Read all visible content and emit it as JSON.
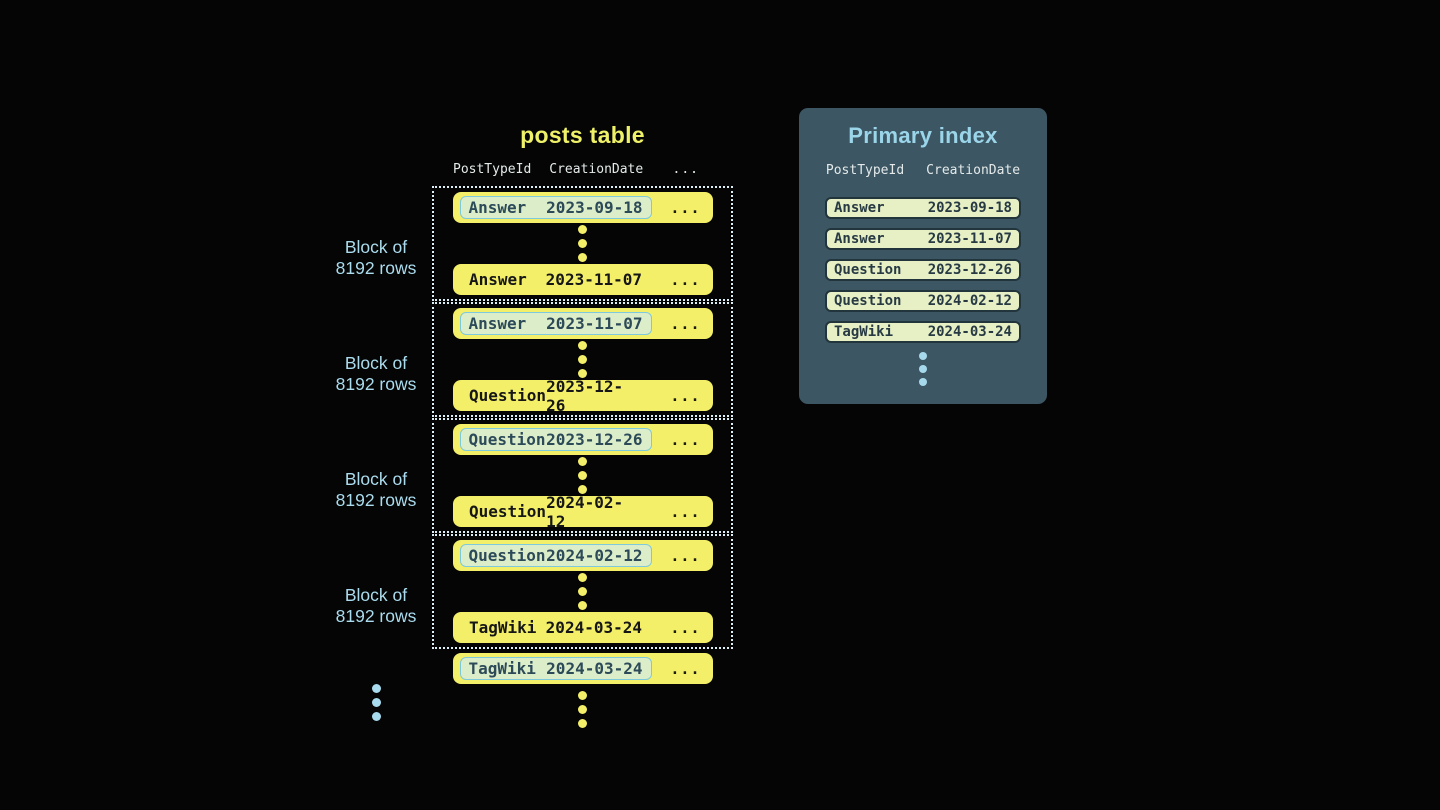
{
  "posts_table": {
    "title": "posts table",
    "header": {
      "col1": "PostTypeId",
      "col2": "CreationDate",
      "more": "..."
    },
    "block_label": {
      "line1": "Block of",
      "line2": "8192 rows"
    },
    "row_more": "...",
    "blocks": [
      {
        "first_row": {
          "post_type": "Answer",
          "creation_date": "2023-09-18"
        },
        "last_row": {
          "post_type": "Answer",
          "creation_date": "2023-11-07"
        }
      },
      {
        "first_row": {
          "post_type": "Answer",
          "creation_date": "2023-11-07"
        },
        "last_row": {
          "post_type": "Question",
          "creation_date": "2023-12-26"
        }
      },
      {
        "first_row": {
          "post_type": "Question",
          "creation_date": "2023-12-26"
        },
        "last_row": {
          "post_type": "Question",
          "creation_date": "2024-02-12"
        }
      },
      {
        "first_row": {
          "post_type": "Question",
          "creation_date": "2024-02-12"
        },
        "last_row": {
          "post_type": "TagWiki",
          "creation_date": "2024-03-24"
        }
      }
    ],
    "overflow_row": {
      "post_type": "TagWiki",
      "creation_date": "2024-03-24"
    }
  },
  "primary_index": {
    "title": "Primary index",
    "header": {
      "col1": "PostTypeId",
      "col2": "CreationDate"
    },
    "entries": [
      {
        "post_type": "Answer",
        "creation_date": "2023-09-18"
      },
      {
        "post_type": "Answer",
        "creation_date": "2023-11-07"
      },
      {
        "post_type": "Question",
        "creation_date": "2023-12-26"
      },
      {
        "post_type": "Question",
        "creation_date": "2024-02-12"
      },
      {
        "post_type": "TagWiki",
        "creation_date": "2024-03-24"
      }
    ]
  },
  "colors": {
    "background": "#050505",
    "table_row_yellow": "#f3ef68",
    "highlight_fill": "#dcedca",
    "highlight_border": "#7fc9dc",
    "highlight_text": "#2c4a58",
    "row_text_dark": "#161616",
    "block_border_dotted": "#dceef6",
    "accent_blue": "#a9dbee",
    "title_yellow": "#eff169",
    "panel_background": "#3c5663",
    "panel_title_blue": "#9bd5e9",
    "index_row_fill": "#e7f0c5",
    "index_row_border": "#22343c",
    "index_row_text": "#273a43",
    "header_text": "#e4eaea"
  }
}
